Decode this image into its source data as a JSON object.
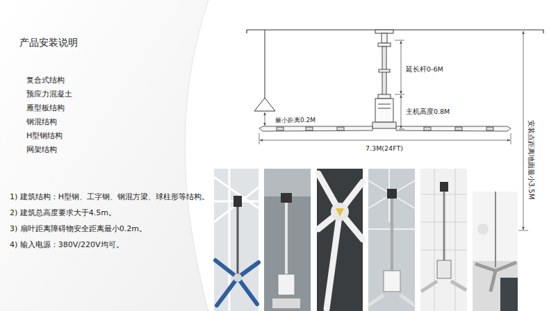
{
  "diagram": {
    "title": "产品安装说明",
    "labels": [
      "复合式结构",
      "预应力混凝土",
      "雁型板结构",
      "钢混结构",
      "H型钢结构",
      "网架结构",
      "1) 建筑结构：H型钢、工字钢、钢混方梁、球柱形等结构。",
      "2) 建筑总高度要求大于4.5m。",
      "3) 扇叶距离障碍物安全距离最小0.2m。",
      "4) 输入电源：380V/220V均可。",
      "延长杆0-6M",
      "主机高度0.8M",
      "最小距离0.2M",
      "7.3M(24FT)",
      "安装点距离地面最小3.5M"
    ]
  }
}
